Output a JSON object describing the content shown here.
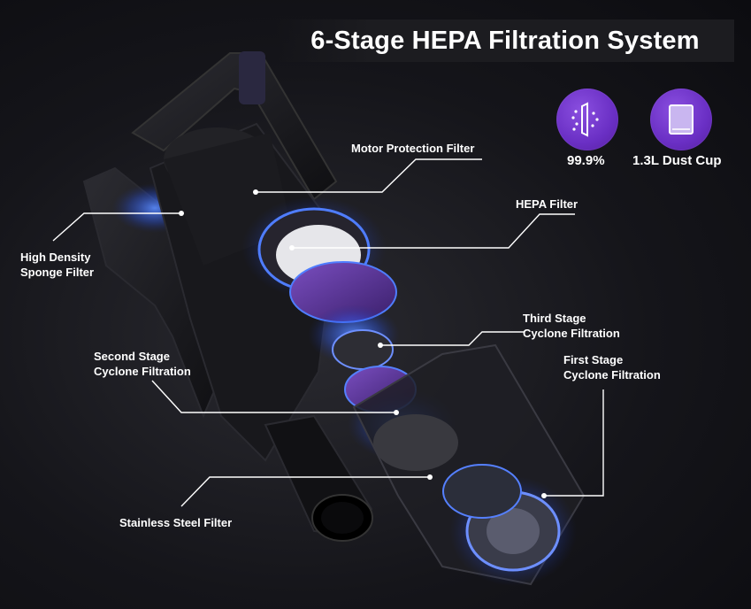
{
  "title": "6-Stage HEPA Filtration System",
  "badges": [
    {
      "icon": "filtration-icon",
      "label": "99.9%"
    },
    {
      "icon": "dust-cup-icon",
      "label": "1.3L Dust Cup"
    }
  ],
  "callouts": {
    "motor_filter": "Motor Protection Filter",
    "hepa_filter": "HEPA Filter",
    "sponge_filter": [
      "High Density",
      "Sponge Filter"
    ],
    "third_stage": [
      "Third Stage",
      "Cyclone Filtration"
    ],
    "second_stage": [
      "Second Stage",
      "Cyclone Filtration"
    ],
    "first_stage": [
      "First Stage",
      "Cyclone Filtration"
    ],
    "steel_filter": "Stainless Steel Filter"
  },
  "colors": {
    "accent": "#6a2fc4",
    "glow": "#3b6dff",
    "body": "#1d1d22"
  }
}
